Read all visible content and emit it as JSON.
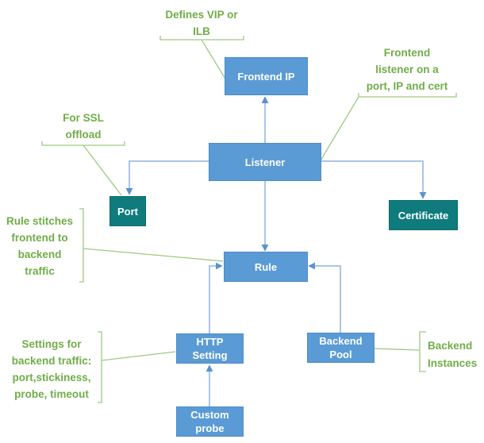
{
  "colors": {
    "node_blue": "#5B9BD5",
    "node_teal": "#0F7B7D",
    "connector_blue": "#8FB2DF",
    "arrowhead_blue": "#5E91CC",
    "annotation_text_green": "#70AD47",
    "bracket_line_green": "#9CCA7F"
  },
  "nodes": {
    "frontend_ip": {
      "label": "Frontend IP"
    },
    "listener": {
      "label": "Listener"
    },
    "rule": {
      "label": "Rule"
    },
    "http_setting": {
      "label": "HTTP\nSetting"
    },
    "backend_pool": {
      "label": "Backend\nPool"
    },
    "custom_probe": {
      "label": "Custom\nprobe"
    },
    "port": {
      "label": "Port"
    },
    "certificate": {
      "label": "Certificate"
    }
  },
  "annotations": {
    "defines_vip": {
      "text": "Defines VIP or\nILB"
    },
    "frontend_listener": {
      "text": "Frontend\nlistener on a\nport, IP and cert"
    },
    "ssl_offload": {
      "text": "For SSL\noffload"
    },
    "rule_stitches": {
      "text": "Rule stitches\nfrontend to\nbackend\ntraffic"
    },
    "backend_settings": {
      "text": "Settings for\nbackend traffic:\nport,stickiness,\nprobe, timeout"
    },
    "backend_instances": {
      "text": "Backend\nInstances"
    }
  }
}
